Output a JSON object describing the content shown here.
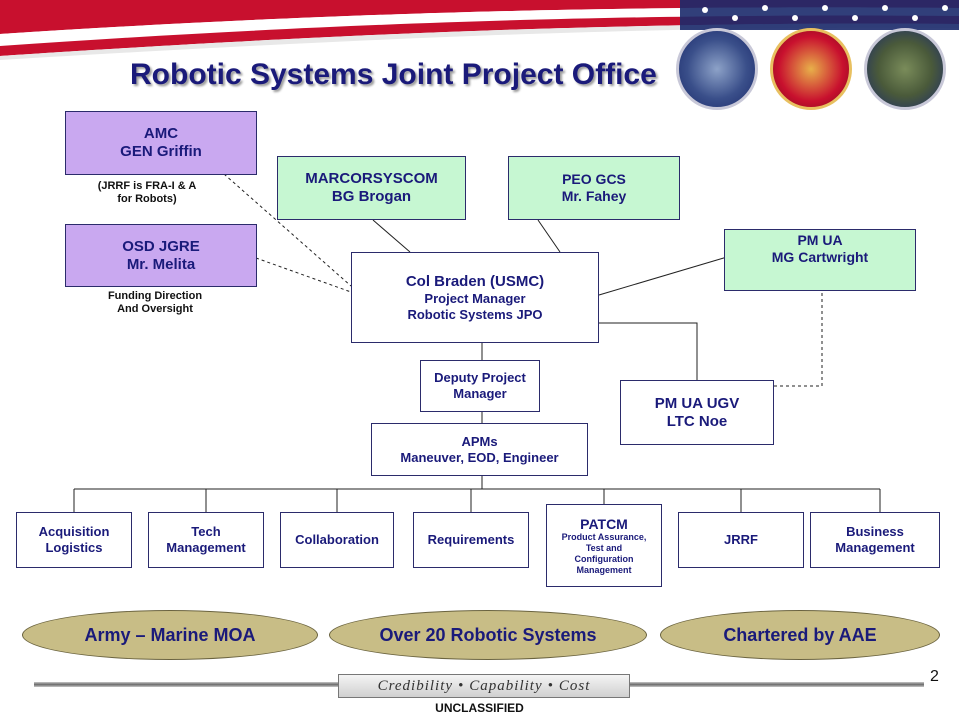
{
  "title": "Robotic Systems Joint Project Office",
  "nodes": {
    "amc": {
      "line1": "AMC",
      "line2": "GEN Griffin"
    },
    "osd": {
      "line1": "OSD JGRE",
      "line2": "Mr. Melita"
    },
    "marcor": {
      "line1": "MARCORSYSCOM",
      "line2": "BG Brogan"
    },
    "peo": {
      "line1": "PEO GCS",
      "line2": "Mr. Fahey"
    },
    "pmua": {
      "line1": "PM UA",
      "line2": "MG Cartwright"
    },
    "pm": {
      "line1": "Col Braden (USMC)",
      "line2": "Project Manager",
      "line3": "Robotic Systems JPO"
    },
    "deputy": {
      "line1": "Deputy Project",
      "line2": "Manager"
    },
    "ugv": {
      "line1": "PM UA UGV",
      "line2": "LTC Noe"
    },
    "apms": {
      "line1": "APMs",
      "line2": "Maneuver, EOD, Engineer"
    },
    "acq": {
      "line1": "Acquisition",
      "line2": "Logistics"
    },
    "tech": {
      "line1": "Tech",
      "line2": "Management"
    },
    "collab": {
      "line1": "Collaboration"
    },
    "req": {
      "line1": "Requirements"
    },
    "patcm": {
      "line1": "PATCM",
      "line2": "Product Assurance,",
      "line3": "Test and",
      "line4": "Configuration",
      "line5": "Management"
    },
    "jrrf": {
      "line1": "JRRF"
    },
    "biz": {
      "line1": "Business",
      "line2": "Management"
    }
  },
  "notes": {
    "jrrf_note_1": "(JRRF is FRA-I & A",
    "jrrf_note_2": "for Robots)",
    "funding_1": "Funding  Direction",
    "funding_2": "And Oversight"
  },
  "ovals": [
    "Army – Marine MOA",
    "Over 20 Robotic Systems",
    "Chartered by AAE"
  ],
  "footer": {
    "motto_1": "Credibility",
    "motto_2": "Capability",
    "motto_3": "Cost",
    "classification": "UNCLASSIFIED",
    "page_number": "2"
  },
  "colors": {
    "text": "#1a1a7a",
    "purple_box": "#c9a8f0",
    "green_box": "#c6f7d2",
    "oval": "#c8bd86",
    "flag_red": "#c8102e",
    "flag_blue": "#1b2a6b"
  }
}
